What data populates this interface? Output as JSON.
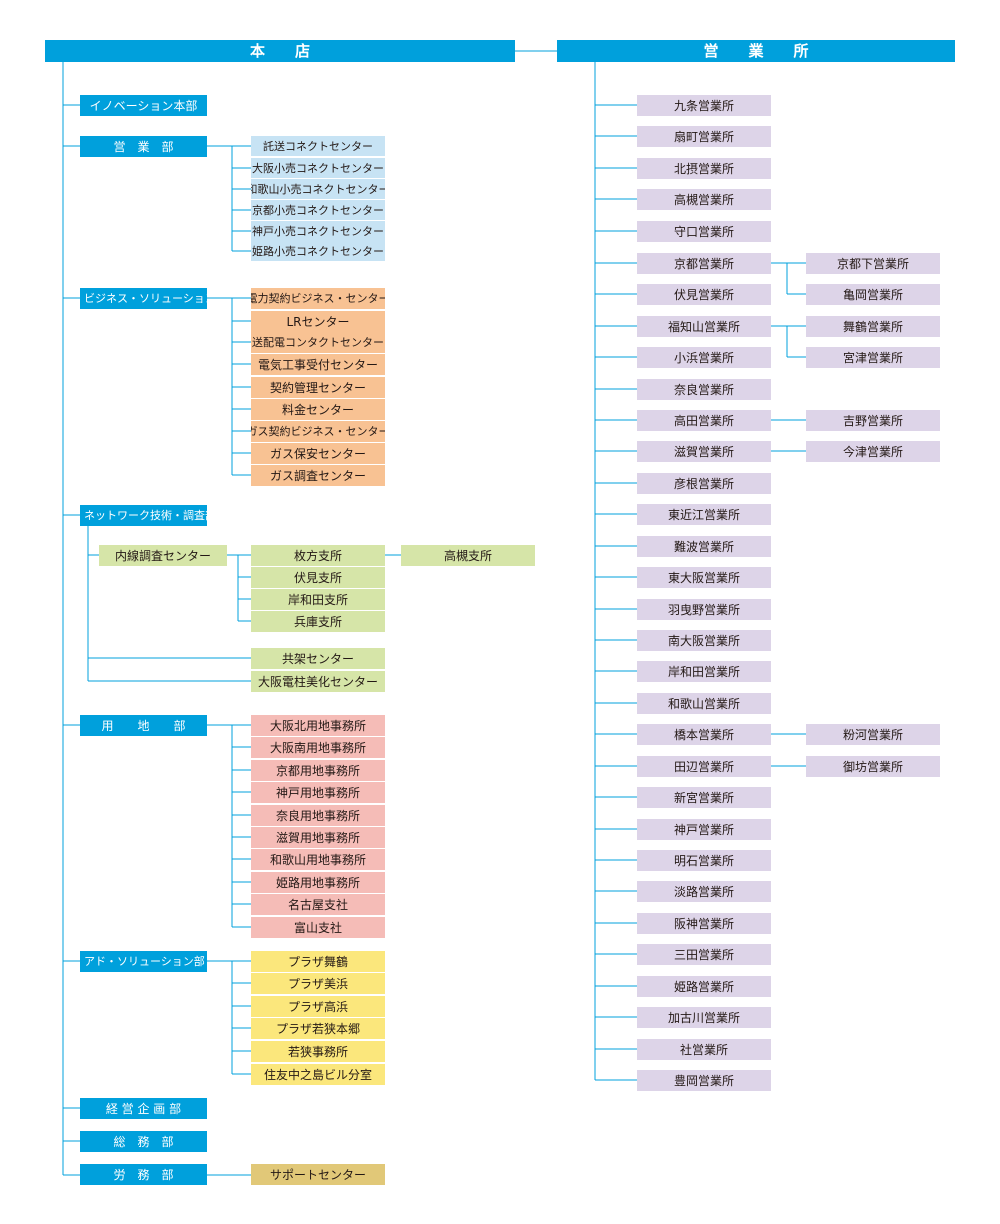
{
  "headquarters": {
    "title": "本　　店"
  },
  "sales_offices_header": {
    "title": "営　　業　　所"
  },
  "departments": {
    "innovation": "イノベーション本部",
    "sales": "営　業　部",
    "business_solution": "ビジネス・ソリューション部",
    "network": "ネットワーク技術・調査部",
    "land": "用　　地　　部",
    "ad_solution": "アド・ソリューション部",
    "management_planning": "経 営 企 画 部",
    "general_affairs": "総　務　部",
    "labor": "労　務　部"
  },
  "sales_centers": [
    "託送コネクトセンター",
    "大阪小売コネクトセンター",
    "和歌山小売コネクトセンター",
    "京都小売コネクトセンター",
    "神戸小売コネクトセンター",
    "姫路小売コネクトセンター"
  ],
  "business_centers": [
    "電力契約ビジネス・センター",
    "LRセンター",
    "送配電コンタクトセンター",
    "電気工事受付センター",
    "契約管理センター",
    "料金センター",
    "ガス契約ビジネス・センター",
    "ガス保安センター",
    "ガス調査センター"
  ],
  "network": {
    "inner_center": "内線調査センター",
    "branches": [
      "枚方支所",
      "伏見支所",
      "岸和田支所",
      "兵庫支所"
    ],
    "sub_branch": "高槻支所",
    "others": [
      "共架センター",
      "大阪電柱美化センター"
    ]
  },
  "land_offices": [
    "大阪北用地事務所",
    "大阪南用地事務所",
    "京都用地事務所",
    "神戸用地事務所",
    "奈良用地事務所",
    "滋賀用地事務所",
    "和歌山用地事務所",
    "姫路用地事務所",
    "名古屋支社",
    "富山支社"
  ],
  "plazas": [
    "プラザ舞鶴",
    "プラザ美浜",
    "プラザ高浜",
    "プラザ若狭本郷",
    "若狭事務所",
    "住友中之島ビル分室"
  ],
  "labor_center": "サポートセンター",
  "offices": [
    "九条営業所",
    "扇町営業所",
    "北摂営業所",
    "高槻営業所",
    "守口営業所",
    "京都営業所",
    "伏見営業所",
    "福知山営業所",
    "小浜営業所",
    "奈良営業所",
    "高田営業所",
    "滋賀営業所",
    "彦根営業所",
    "東近江営業所",
    "難波営業所",
    "東大阪営業所",
    "羽曳野営業所",
    "南大阪営業所",
    "岸和田営業所",
    "和歌山営業所",
    "橋本営業所",
    "田辺営業所",
    "新宮営業所",
    "神戸営業所",
    "明石営業所",
    "淡路営業所",
    "阪神営業所",
    "三田営業所",
    "姫路営業所",
    "加古川営業所",
    "社営業所",
    "豊岡営業所"
  ],
  "sub_offices": [
    "京都下営業所",
    "亀岡営業所",
    "舞鶴営業所",
    "宮津営業所",
    "吉野営業所",
    "今津営業所",
    "粉河営業所",
    "御坊営業所"
  ],
  "colors": {
    "line": "#00a0dc",
    "header": "#00a0dc",
    "sales_center": "#c7e3f4",
    "business_center": "#f8c293",
    "network": "#d6e5a8",
    "land": "#f5bcb7",
    "plaza": "#fbe77c",
    "support": "#e1c878",
    "office": "#ddd4e8"
  }
}
